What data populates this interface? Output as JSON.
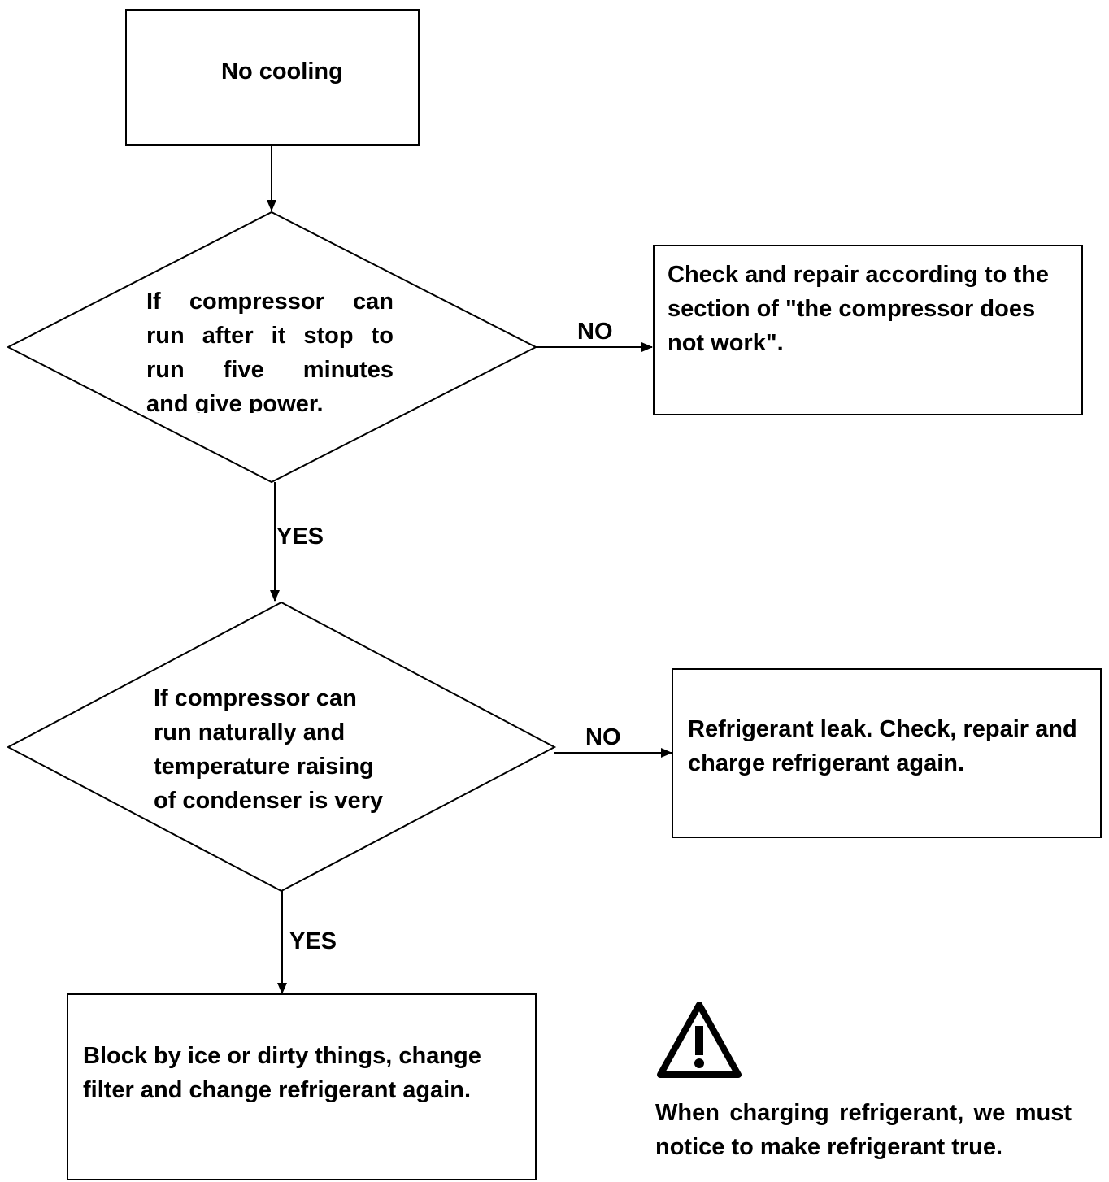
{
  "start": {
    "text": "No cooling"
  },
  "decision1": {
    "lines": [
      "If compressor can",
      "run after it stop to",
      "run five minutes",
      "and give power."
    ]
  },
  "branch1": {
    "no_label": "NO",
    "yes_label": "YES"
  },
  "action1": {
    "text": "Check and repair according to the section of \"the compressor does not work\"."
  },
  "decision2": {
    "lines": [
      "If compressor can",
      "run naturally and",
      "temperature raising",
      "of condenser is very"
    ]
  },
  "branch2": {
    "no_label": "NO",
    "yes_label": "YES"
  },
  "action2": {
    "text": "Refrigerant leak. Check, repair and charge refrigerant again."
  },
  "action3": {
    "text": "Block by ice or dirty things, change filter and change refrigerant again."
  },
  "warning": {
    "icon": "warning-triangle-icon",
    "text": "When charging refrigerant, we must notice to make refrigerant true."
  }
}
